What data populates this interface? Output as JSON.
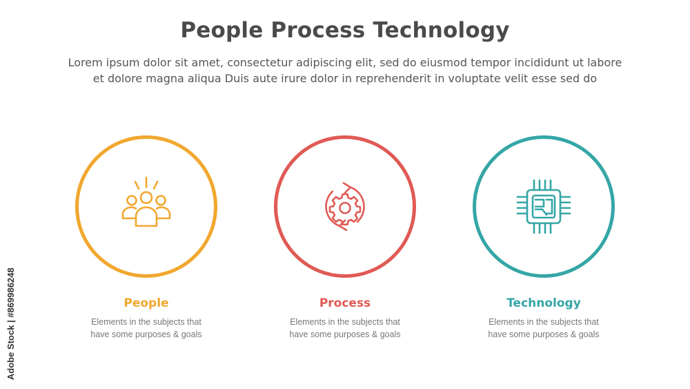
{
  "title": "People Process Technology",
  "subtitle_line1": "Lorem ipsum dolor sit amet, consectetur adipiscing elit, sed do eiusmod tempor incididunt ut labore",
  "subtitle_line2": "et dolore magna aliqua Duis aute irure dolor in reprehenderit in voluptate velit esse sed do",
  "items": [
    {
      "label": "People",
      "desc_line1": "Elements in the subjects that",
      "desc_line2": "have  some purposes & goals",
      "color": "#F1A72E",
      "icon": "people-group-icon"
    },
    {
      "label": "Process",
      "desc_line1": "Elements in the subjects that",
      "desc_line2": "have  some purposes & goals",
      "color": "#E05A55",
      "icon": "gear-cycle-icon"
    },
    {
      "label": "Technology",
      "desc_line1": "Elements in the subjects that",
      "desc_line2": "have  some purposes & goals",
      "color": "#35A6A6",
      "icon": "chip-icon"
    }
  ],
  "watermark": "Adobe Stock | #869986248"
}
